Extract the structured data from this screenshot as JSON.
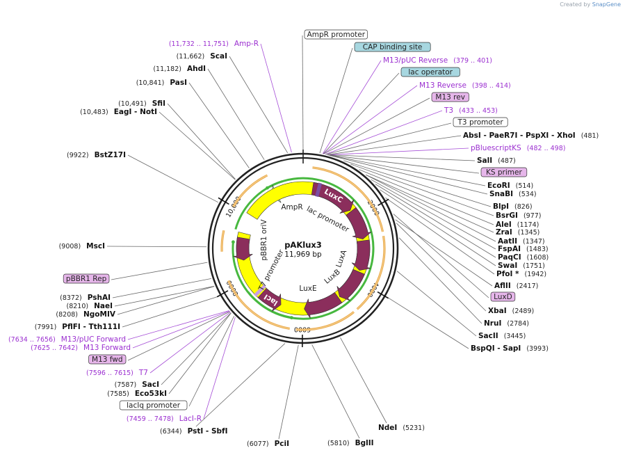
{
  "credit": {
    "prefix": "Created by",
    "brand": "SnapGene"
  },
  "plasmid": {
    "name": "pAKlux3",
    "size": "11,969 bp"
  },
  "ticks": [
    {
      "label": "2000",
      "bp": 2000
    },
    {
      "label": "4000",
      "bp": 4000
    },
    {
      "label": "6000",
      "bp": 6000
    },
    {
      "label": "8000",
      "bp": 8000
    },
    {
      "label": "10,000",
      "bp": 10000
    }
  ],
  "inner_features": [
    {
      "name": "AmpR",
      "label": "AmpR",
      "color": "#b7f0b5",
      "start": 11640,
      "end": 10950,
      "dir": -1
    },
    {
      "name": "pBBR1 oriV",
      "label": "pBBR1 oriV",
      "color": "#ffff00",
      "start": 10050,
      "end": 9450,
      "dir": 0
    },
    {
      "name": "LuxC",
      "label": "LuxC",
      "color": "#8b2e5c",
      "start": 300,
      "end": 1700,
      "dir": 1
    },
    {
      "name": "LuxD",
      "label": "",
      "color": "#8b2e5c",
      "start": 1740,
      "end": 2700,
      "dir": 1
    },
    {
      "name": "LuxA",
      "label": "LuxA",
      "color": "#8b2e5c",
      "start": 2750,
      "end": 3700,
      "dir": 1
    },
    {
      "name": "LuxB",
      "label": "LuxB",
      "color": "#8b2e5c",
      "start": 3750,
      "end": 4750,
      "dir": 1
    },
    {
      "name": "LuxE",
      "label": "LuxE",
      "color": "#8b2e5c",
      "start": 4800,
      "end": 5950,
      "dir": 1
    },
    {
      "name": "pBBR1 Rep",
      "label": "",
      "color": "#8b2e5c",
      "start": 9300,
      "end": 8600,
      "dir": -1
    },
    {
      "name": "lacI",
      "label": "lacI",
      "color": "#8b2e5c",
      "start": 7400,
      "end": 6700,
      "dir": -1
    }
  ],
  "inner_labels": [
    {
      "text": "AmpR"
    },
    {
      "text": "lac promoter"
    },
    {
      "text": "pBBR1 oriV"
    },
    {
      "text": "T7 promoter"
    },
    {
      "text": "LuxA"
    },
    {
      "text": "LuxB"
    },
    {
      "text": "LuxE"
    }
  ],
  "orange_arcs": [
    {
      "start": 220,
      "end": 2600
    },
    {
      "start": 2700,
      "end": 4600
    },
    {
      "start": 4700,
      "end": 6150
    },
    {
      "start": 6300,
      "end": 8200
    },
    {
      "start": 8900,
      "end": 9400
    },
    {
      "start": 10000,
      "end": 11100
    }
  ],
  "green_arcs": [
    {
      "start": 11400,
      "end": 10950,
      "dir": -1
    },
    {
      "start": 9500,
      "end": 9150,
      "dir": 1
    },
    {
      "start": 7700,
      "end": 6300,
      "dir": -1
    }
  ],
  "sites_right": [
    {
      "name": "AmpR promoter",
      "kind": "feature",
      "color": "#ffffff",
      "bp": 11969
    },
    {
      "name": "CAP binding site",
      "kind": "feature",
      "color": "#a7d7e0",
      "bp": 330
    },
    {
      "name": "M13/pUC Reverse",
      "kind": "primer",
      "coord": "(379 .. 401)",
      "bp": 390
    },
    {
      "name": "lac operator",
      "kind": "feature",
      "color": "#a7d7e0",
      "bp": 400
    },
    {
      "name": "M13 Reverse",
      "kind": "primer",
      "coord": "(398 .. 414)",
      "bp": 406
    },
    {
      "name": "M13 rev",
      "kind": "feature",
      "color": "#e6b6ea",
      "bp": 410
    },
    {
      "name": "T3",
      "kind": "primer",
      "coord": "(433 .. 453)",
      "bp": 443
    },
    {
      "name": "T3 promoter",
      "kind": "feature",
      "color": "#ffffff",
      "bp": 450
    },
    {
      "name": "AbsI  -  PaeR7I  -  PspXI  -  XhoI",
      "kind": "site",
      "coord": "(481)",
      "bp": 481
    },
    {
      "name": "pBluescriptKS",
      "kind": "primer",
      "coord": "(482 .. 498)",
      "bp": 490
    },
    {
      "name": "SalI",
      "kind": "site",
      "coord": "(487)",
      "bp": 487
    },
    {
      "name": "KS primer",
      "kind": "feature",
      "color": "#e6b6ea",
      "bp": 495
    },
    {
      "name": "EcoRI",
      "kind": "site",
      "coord": "(514)",
      "bp": 514
    },
    {
      "name": "SnaBI",
      "kind": "site",
      "coord": "(534)",
      "bp": 534
    },
    {
      "name": "BlpI",
      "kind": "site",
      "coord": "(826)",
      "bp": 826
    },
    {
      "name": "BsrGI",
      "kind": "site",
      "coord": "(977)",
      "bp": 977
    },
    {
      "name": "AleI",
      "kind": "site",
      "coord": "(1174)",
      "bp": 1174
    },
    {
      "name": "ZraI",
      "kind": "site",
      "coord": "(1345)",
      "bp": 1345
    },
    {
      "name": "AatII",
      "kind": "site",
      "coord": "(1347)",
      "bp": 1347
    },
    {
      "name": "FspAI",
      "kind": "site",
      "coord": "(1483)",
      "bp": 1483
    },
    {
      "name": "PaqCI",
      "kind": "site",
      "coord": "(1608)",
      "bp": 1608
    },
    {
      "name": "SwaI",
      "kind": "site",
      "coord": "(1751)",
      "bp": 1751
    },
    {
      "name": "PfoI *",
      "kind": "site",
      "coord": "(1942)",
      "bp": 1942
    },
    {
      "name": "AflII",
      "kind": "site",
      "coord": "(2417)",
      "bp": 2417
    },
    {
      "name": "LuxD",
      "kind": "feature",
      "color": "#e6b6ea",
      "bp": 2300
    },
    {
      "name": "XbaI",
      "kind": "site",
      "coord": "(2489)",
      "bp": 2489
    },
    {
      "name": "NruI",
      "kind": "site",
      "coord": "(2784)",
      "bp": 2784
    },
    {
      "name": "SacII",
      "kind": "site",
      "coord": "(3445)",
      "bp": 3445
    },
    {
      "name": "BspQI  -  SapI",
      "kind": "site",
      "coord": "(3993)",
      "bp": 3993
    }
  ],
  "sites_bottom": [
    {
      "name": "NdeI",
      "kind": "site",
      "coord": "(5231)",
      "bp": 5231
    },
    {
      "name": "BglII",
      "kind": "site",
      "coord": "(5810)",
      "bp": 5810
    },
    {
      "name": "PciI",
      "kind": "site",
      "coord": "(6077)",
      "bp": 6077
    },
    {
      "name": "PstI  -  SbfI",
      "kind": "site",
      "coord": "(6344)",
      "bp": 6344
    }
  ],
  "sites_left": [
    {
      "name": "Amp-R",
      "kind": "primer",
      "coord": "(11,732 .. 11,751)",
      "bp": 11741
    },
    {
      "name": "ScaI",
      "kind": "site",
      "coord": "(11,662)",
      "bp": 11662
    },
    {
      "name": "AhdI",
      "kind": "site",
      "coord": "(11,182)",
      "bp": 11182
    },
    {
      "name": "PasI",
      "kind": "site",
      "coord": "(10,841)",
      "bp": 10841
    },
    {
      "name": "SfiI",
      "kind": "site",
      "coord": "(10,491)",
      "bp": 10491
    },
    {
      "name": "EagI  -  NotI",
      "kind": "site",
      "coord": "(10,483)",
      "bp": 10483
    },
    {
      "name": "BstZ17I",
      "kind": "site",
      "coord": "(9922)",
      "bp": 9922
    },
    {
      "name": "MscI",
      "kind": "site",
      "coord": "(9008)",
      "bp": 9008
    },
    {
      "name": "pBBR1 Rep",
      "kind": "feature",
      "color": "#e6b6ea",
      "bp": 8700
    },
    {
      "name": "PshAI",
      "kind": "site",
      "coord": "(8372)",
      "bp": 8372
    },
    {
      "name": "NaeI",
      "kind": "site",
      "coord": "(8210)",
      "bp": 8210
    },
    {
      "name": "NgoMIV",
      "kind": "site",
      "coord": "(8208)",
      "bp": 8208
    },
    {
      "name": "PflFI  -  Tth111I",
      "kind": "site",
      "coord": "(7991)",
      "bp": 7991
    },
    {
      "name": "M13/pUC Forward",
      "kind": "primer",
      "coord": "(7634 .. 7656)",
      "bp": 7645
    },
    {
      "name": "M13 Forward",
      "kind": "primer",
      "coord": "(7625 .. 7642)",
      "bp": 7633
    },
    {
      "name": "M13 fwd",
      "kind": "feature",
      "color": "#e6b6ea",
      "bp": 7620
    },
    {
      "name": "T7",
      "kind": "primer",
      "coord": "(7596 .. 7615)",
      "bp": 7605
    },
    {
      "name": "SacI",
      "kind": "site",
      "coord": "(7587)",
      "bp": 7587
    },
    {
      "name": "Eco53kI",
      "kind": "site",
      "coord": "(7585)",
      "bp": 7585
    },
    {
      "name": "lacIq promoter",
      "kind": "feature",
      "color": "#ffffff",
      "bp": 7500
    },
    {
      "name": "LacI-R",
      "kind": "primer",
      "coord": "(7459 .. 7478)",
      "bp": 7468
    }
  ]
}
